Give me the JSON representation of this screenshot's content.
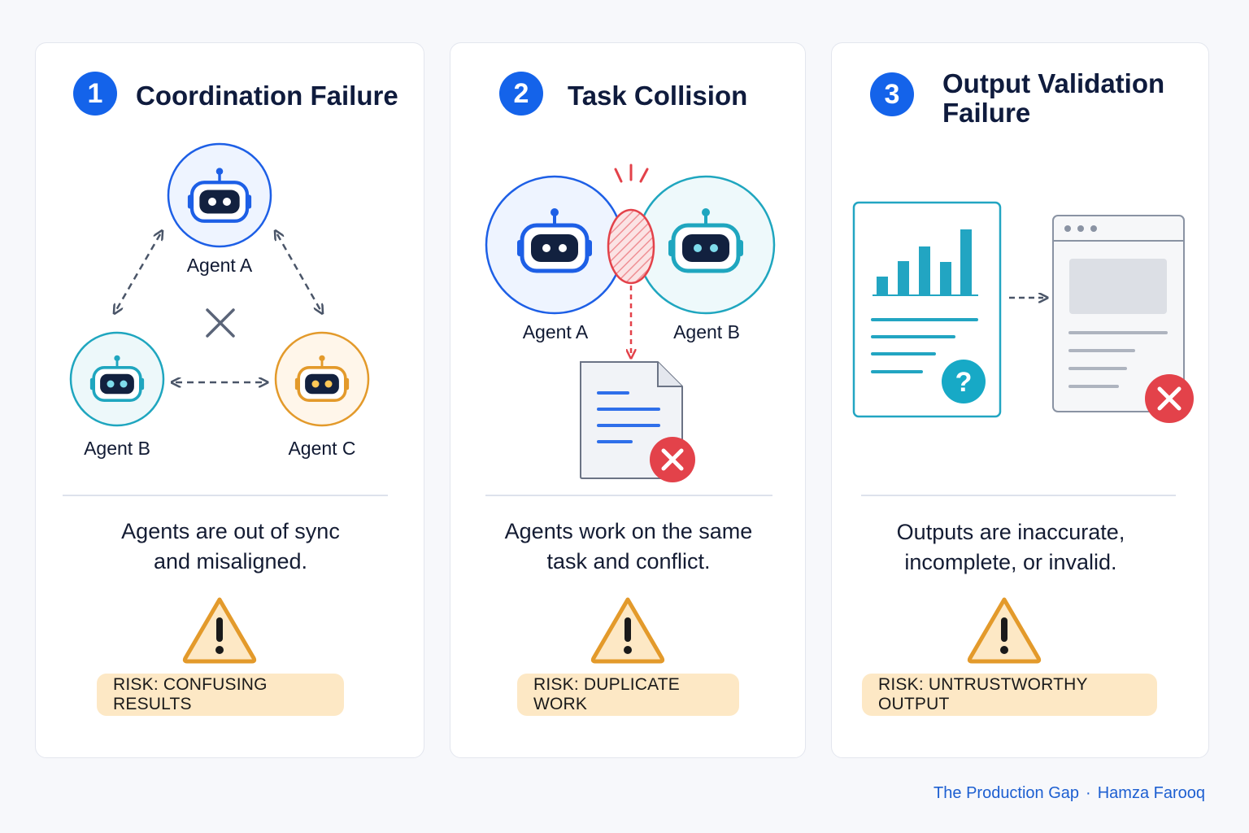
{
  "colors": {
    "accent_blue": "#1463ea",
    "teal": "#22a5c2",
    "orange": "#e39a2b",
    "error_red": "#e3424a",
    "risk_bg": "#fde8c5"
  },
  "cards": [
    {
      "number": "1",
      "title": "Coordination Failure",
      "agents": [
        "Agent A",
        "Agent B",
        "Agent C"
      ],
      "description": "Agents are out of sync\nand misaligned.",
      "risk": "RISK: CONFUSING RESULTS"
    },
    {
      "number": "2",
      "title": "Task Collision",
      "agents": [
        "Agent A",
        "Agent B"
      ],
      "description": "Agents work on the same\ntask and conflict.",
      "risk": "RISK: DUPLICATE WORK"
    },
    {
      "number": "3",
      "title": "Output Validation\nFailure",
      "description": "Outputs are inaccurate,\nincomplete, or invalid.",
      "risk": "RISK: UNTRUSTWORTHY OUTPUT",
      "question_mark": "?"
    }
  ],
  "footer": {
    "publication": "The Production Gap",
    "separator": "·",
    "author": "Hamza Farooq"
  },
  "icons": [
    "robot-icon",
    "warning-triangle-icon",
    "error-x-icon",
    "document-icon",
    "chart-report-icon",
    "browser-window-icon",
    "question-icon"
  ]
}
